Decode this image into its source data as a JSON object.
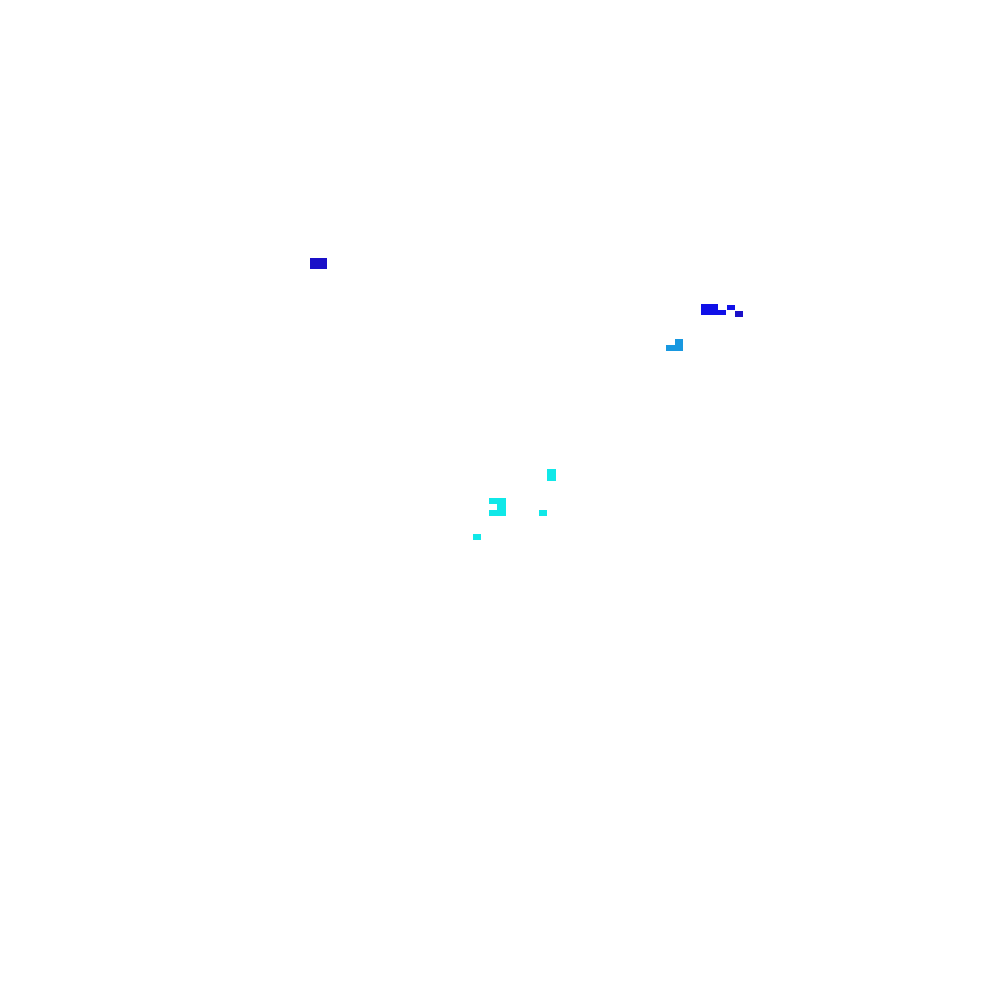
{
  "colors": {
    "background": "#ffffff",
    "blue": "#1010e8",
    "dark_blue": "#1a10c8",
    "sky_blue": "#1898e0",
    "cyan": "#10e8e8"
  },
  "clusters": [
    {
      "name": "blue-cluster-upper-left",
      "color": "blue"
    },
    {
      "name": "blue-cluster-right",
      "color": "blue"
    },
    {
      "name": "sky-blue-cluster",
      "color": "sky_blue"
    },
    {
      "name": "cyan-cluster",
      "color": "cyan"
    }
  ]
}
